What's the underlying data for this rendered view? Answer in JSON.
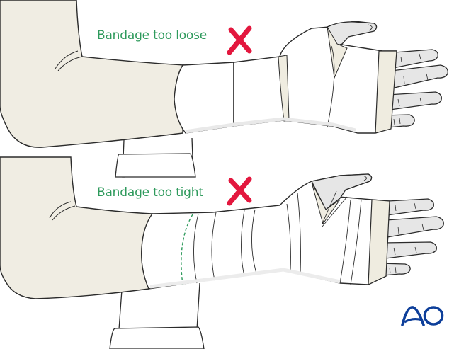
{
  "panels": [
    {
      "id": "loose",
      "label": "Bandage too loose",
      "mark": "cross-mark",
      "mark_color": "#e3173e"
    },
    {
      "id": "tight",
      "label": "Bandage too tight",
      "mark": "cross-mark",
      "mark_color": "#e3173e"
    }
  ],
  "logo": {
    "text": "AO",
    "color": "#0e3f9a"
  },
  "colors": {
    "label_text": "#2e9a5c",
    "skin_sleeve": "#f0ede3",
    "hand": "#e6e6e6",
    "bandage": "#ffffff",
    "padding": "#efece0",
    "outline": "#2b2b2b",
    "constriction_line": "#2e9a5c"
  }
}
